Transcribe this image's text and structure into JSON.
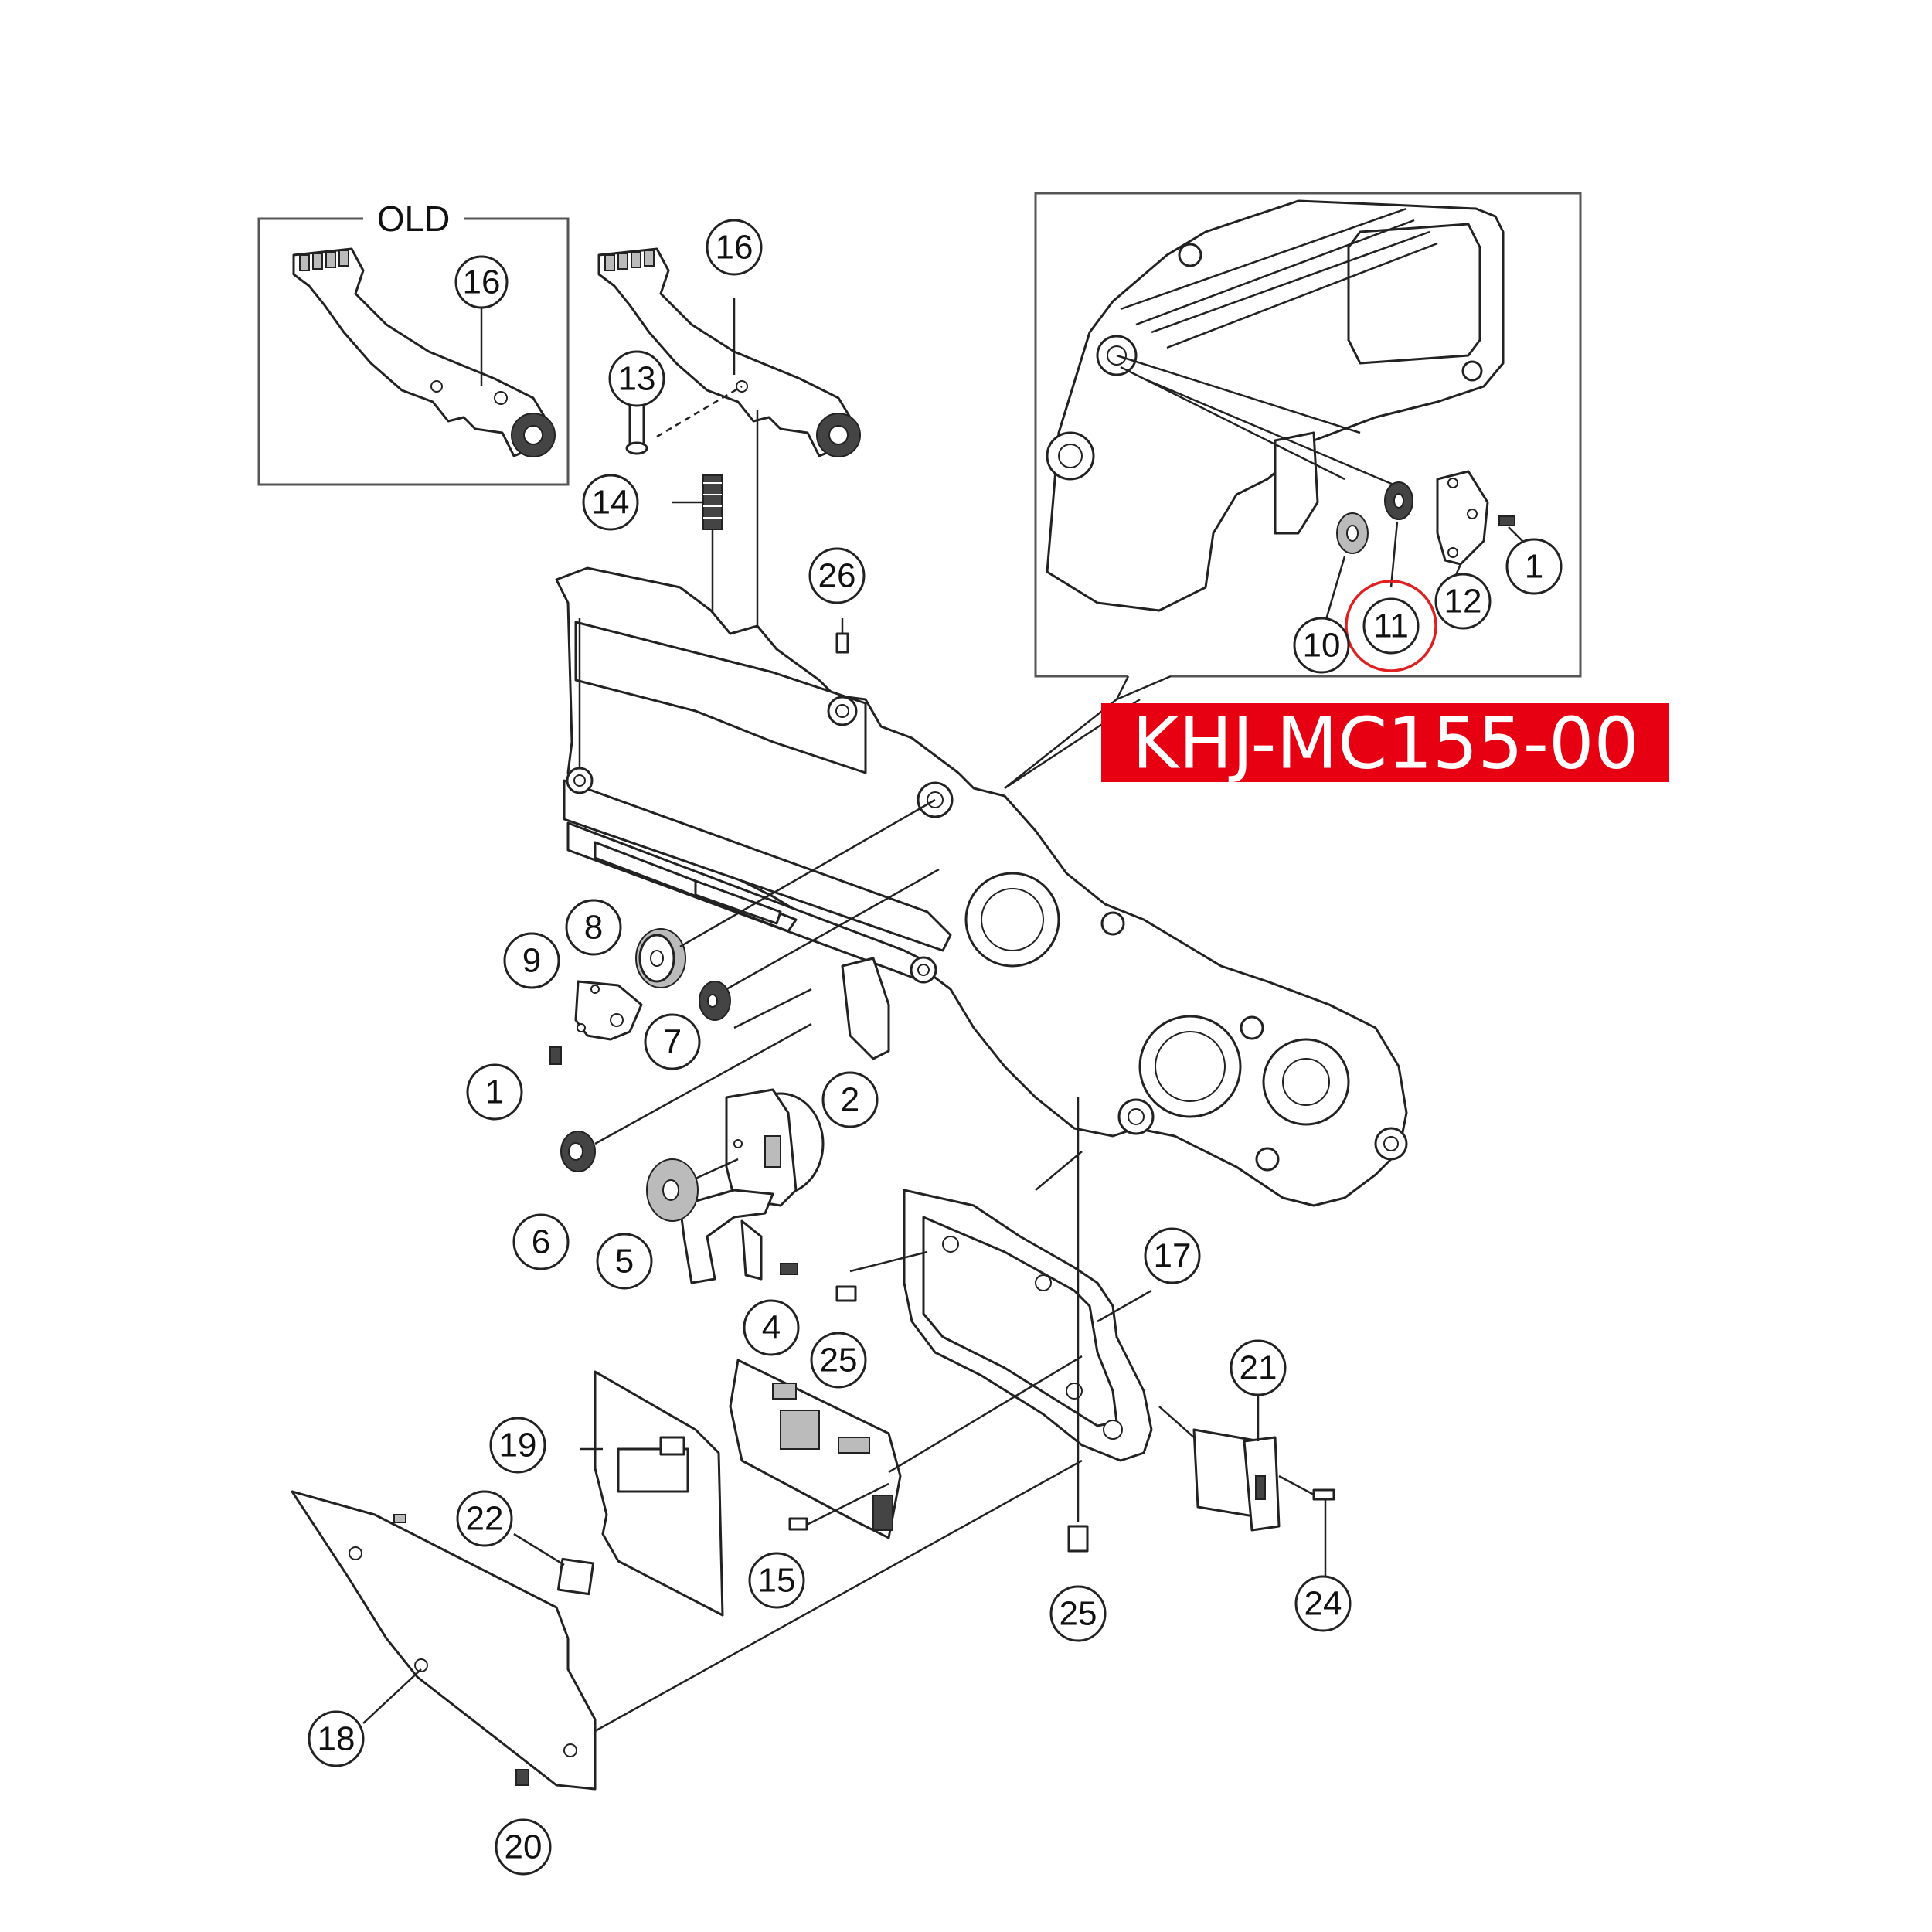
{
  "old_box": {
    "label": "OLD",
    "callout": "16"
  },
  "part_number": {
    "text": "KHJ-MC155-00",
    "bg_color": "#e60012",
    "text_color": "#ffffff"
  },
  "highlight": {
    "callout": "11",
    "color": "#e02020"
  },
  "callouts": {
    "c1a": "1",
    "c1b": "1",
    "c2": "2",
    "c4": "4",
    "c5": "5",
    "c6": "6",
    "c7": "7",
    "c8": "8",
    "c9": "9",
    "c10": "10",
    "c11": "11",
    "c12": "12",
    "c13": "13",
    "c14": "14",
    "c15": "15",
    "c16": "16",
    "c17": "17",
    "c18": "18",
    "c19": "19",
    "c20": "20",
    "c21": "21",
    "c22": "22",
    "c24": "24",
    "c25a": "25",
    "c25b": "25",
    "c26": "26"
  }
}
